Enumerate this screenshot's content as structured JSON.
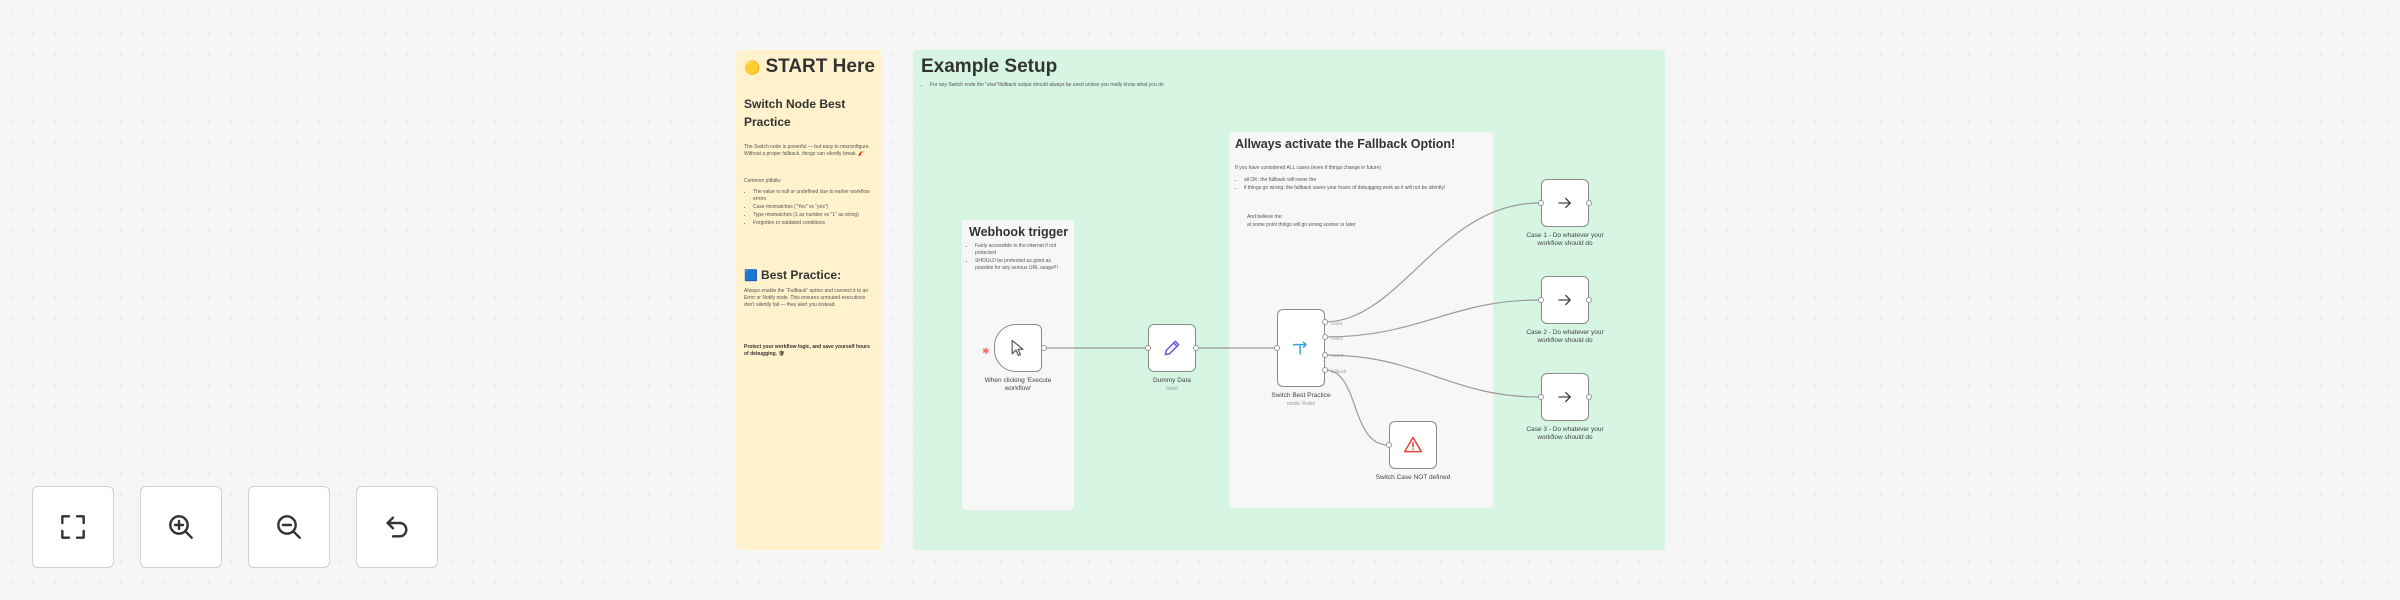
{
  "sticky_start": {
    "icon": "🟡",
    "title": "START Here",
    "subtitle": "Switch Node Best Practice",
    "intro": "The Switch node is powerful — but easy to misconfigure. Without a proper fallback, things can silently break. 🧨",
    "pitfalls_heading": "Common pitfalls:",
    "pitfalls": [
      "The value is null or undefined due to earlier workflow errors",
      "Case mismatches (\"Yes\" vs \"yes\")",
      "Type mismatches (1 as number vs \"1\" as string)",
      "Forgotten or outdated conditions"
    ],
    "best_icon": "🟦",
    "best_heading": "Best Practice:",
    "best_text_1": "Always enable the \"Fallback\" option and connect it to an Error or Notify node. This ensures unrouted executions don't silently fail — they alert you instead.",
    "best_text_2": "Protect your workflow logic, and save yourself hours of debugging. 🛡"
  },
  "sticky_example": {
    "title": "Example Setup",
    "note": "For any Switch node the \"else\"/fallback output should always be used unless you really know what you do"
  },
  "sticky_webhook": {
    "title": "Webhook trigger",
    "bullets": [
      "Fairly accessible to the internet if not protected",
      "SHOULD be protected as good as possible for any serious URL usage!!!"
    ]
  },
  "sticky_fallback": {
    "title": "Allways activate the Fallback Option!",
    "intro": "If you have considered ALL cases (even if things change in future)",
    "bullets": [
      "all OK: the fallback will never fire",
      "if things go wrong: the fallback saves your hours of debugging work as it will not be silently!"
    ],
    "outro_1": "And believe me:",
    "outro_2": "at some point things will go wrong sooner or later"
  },
  "nodes": {
    "trigger": {
      "label": "When clicking 'Execute workflow'",
      "icon": "cursor-icon"
    },
    "dummy": {
      "label": "Dummy Data",
      "sub": "Initial",
      "icon": "pencil-icon"
    },
    "switch": {
      "label": "Switch Best Practice",
      "sub": "mode: Rules",
      "icon": "switch-icon"
    },
    "case1": {
      "label": "Case 1 - Do whatever your workflow should do",
      "icon": "arrow-right-icon"
    },
    "case2": {
      "label": "Case 2 - Do whatever your workflow should do",
      "icon": "arrow-right-icon"
    },
    "case3": {
      "label": "Case 3 - Do whatever your workflow should do",
      "icon": "arrow-right-icon"
    },
    "error": {
      "label": "Switch Case NOT defined",
      "icon": "warning-icon"
    }
  },
  "switch_outputs": [
    "case1",
    "case2",
    "case3",
    "fallback"
  ],
  "toolbar": {
    "fit": "fit-view-icon",
    "zoom_in": "zoom-in-icon",
    "zoom_out": "zoom-out-icon",
    "reset": "undo-icon"
  },
  "colors": {
    "yellow_note": "#fff2cc",
    "green_note": "#d6f5e3",
    "error_red": "#e0453a",
    "pencil_purple": "#6b5bd6",
    "switch_blue": "#3ea1d8",
    "trigger_orange": "#ff6d5a"
  }
}
